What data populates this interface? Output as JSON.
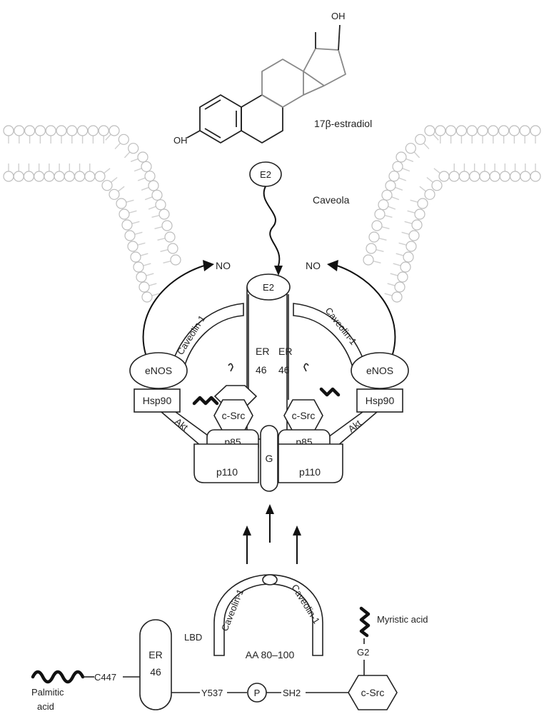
{
  "molecule": {
    "name": "17β-estradiol",
    "oh_top": "OH",
    "oh_left": "OH"
  },
  "labels": {
    "caveola": "Caveola",
    "no_left": "NO",
    "no_right": "NO",
    "e2_top": "E2",
    "e2_center": "E2",
    "caveolin_left": "Caveolin-1",
    "caveolin_right": "Caveolin-1",
    "er46_left_1": "ER",
    "er46_left_2": "46",
    "er46_right_1": "ER",
    "er46_right_2": "46",
    "enos_left": "eNOS",
    "enos_right": "eNOS",
    "hsp90_left": "Hsp90",
    "hsp90_right": "Hsp90",
    "akt_left": "Akt",
    "akt_right": "Akt",
    "csrc_left": "c-Src",
    "csrc_right": "c-Src",
    "p85_left": "p85",
    "p85_right": "p85",
    "p110_left": "p110",
    "p110_right": "p110",
    "g_protein": "G"
  },
  "bottom": {
    "caveolin_left": "Caveolin-1",
    "caveolin_right": "Caveolin-1",
    "lbd": "LBD",
    "aa_range": "AA 80–100",
    "myristic": "Myristic acid",
    "g2": "G2",
    "er_1": "ER",
    "er_2": "46",
    "c447": "C447",
    "palmitic_1": "Palmitic",
    "palmitic_2": "acid",
    "y537": "Y537",
    "p": "P",
    "sh2": "SH2",
    "csrc": "c-Src"
  }
}
